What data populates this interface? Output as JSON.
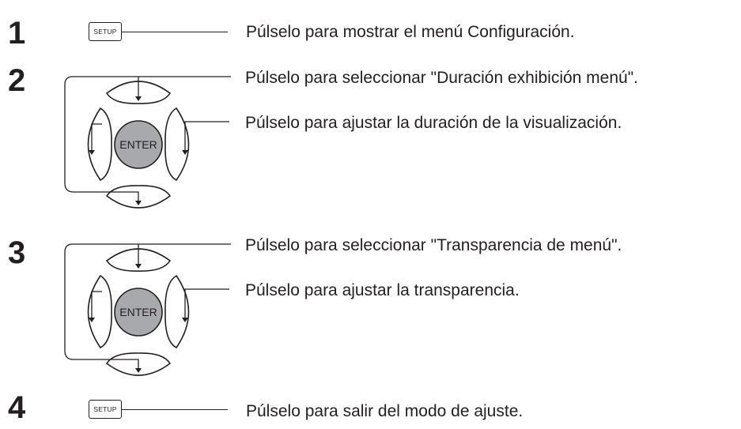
{
  "steps": [
    {
      "number": "1",
      "key_label": "SETUP",
      "desc": "Púlselo para mostrar el menú Configuración."
    },
    {
      "number": "2",
      "center_label": "ENTER",
      "desc_up_down": "Púlselo para seleccionar \"Duración exhibición menú\".",
      "desc_left_right": "Púlselo para ajustar la duración de la visualización."
    },
    {
      "number": "3",
      "center_label": "ENTER",
      "desc_up_down": "Púlselo para seleccionar \"Transparencia de menú\".",
      "desc_left_right": "Púlselo para ajustar la transparencia."
    },
    {
      "number": "4",
      "key_label": "SETUP",
      "desc": "Púlselo para salir del modo de ajuste."
    }
  ]
}
